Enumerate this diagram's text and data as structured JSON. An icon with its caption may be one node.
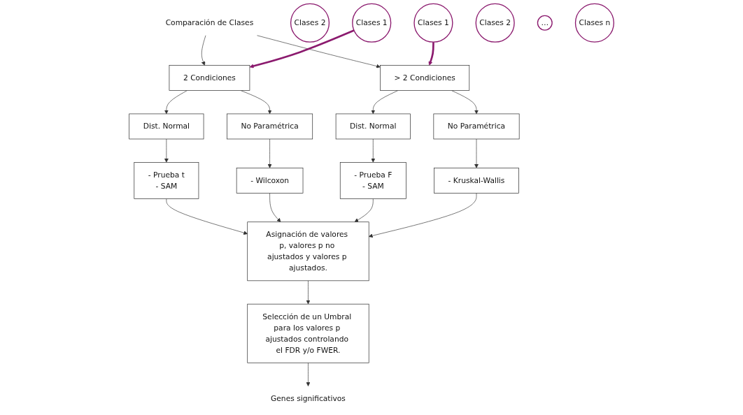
{
  "diagram": {
    "nodes": [
      {
        "text": [
          "Comparación de Clases"
        ]
      },
      {
        "text": [
          "Clases 2"
        ]
      },
      {
        "text": [
          "Clases 1"
        ]
      },
      {
        "text": [
          "2 Condiciones"
        ]
      },
      {
        "text": [
          "> 2 Condiciones"
        ]
      },
      {
        "text": [
          "Clases 1"
        ]
      },
      {
        "text": [
          "Clases 2"
        ]
      },
      {
        "text": [
          "…"
        ]
      },
      {
        "text": [
          "Clases n"
        ]
      },
      {
        "text": [
          "Dist. Normal"
        ]
      },
      {
        "text": [
          "No Paramétrica"
        ]
      },
      {
        "text": [
          "Dist. Normal"
        ]
      },
      {
        "text": [
          "No Paramétrica"
        ]
      },
      {
        "text": [
          "- Prueba t",
          "- SAM"
        ]
      },
      {
        "text": [
          "- Wilcoxon"
        ]
      },
      {
        "text": [
          "- Prueba F",
          "- SAM"
        ]
      },
      {
        "text": [
          "- Kruskal-Wallis"
        ]
      },
      {
        "text": [
          "Asignación de valores p, valores p no ajustados y valores p ajustados."
        ]
      },
      {
        "text": [
          "Selección de un Umbral para los valores p ajustados controlando el FDR y/o FWER."
        ]
      },
      {
        "text": [
          "Genes significativos"
        ]
      }
    ],
    "edges": [
      {
        "from": 0,
        "to": 3,
        "arrow": "to"
      },
      {
        "from": 0,
        "to": 4,
        "arrow": "to"
      },
      {
        "from": 2,
        "to": 3,
        "arrow": "to",
        "style": "thick",
        "color": "#8b1a6e"
      },
      {
        "from": 5,
        "to": 4,
        "arrow": "to",
        "style": "thick",
        "color": "#8b1a6e"
      },
      {
        "from": 3,
        "to": 9,
        "arrow": "to"
      },
      {
        "from": 3,
        "to": 10,
        "arrow": "to"
      },
      {
        "from": 4,
        "to": 11,
        "arrow": "to"
      },
      {
        "from": 4,
        "to": 12,
        "arrow": "to"
      },
      {
        "from": 9,
        "to": 13,
        "arrow": "to"
      },
      {
        "from": 10,
        "to": 14,
        "arrow": "to"
      },
      {
        "from": 11,
        "to": 15,
        "arrow": "to"
      },
      {
        "from": 12,
        "to": 16,
        "arrow": "to"
      },
      {
        "from": 13,
        "to": 17,
        "arrow": "to"
      },
      {
        "from": 14,
        "to": 17,
        "arrow": "to"
      },
      {
        "from": 15,
        "to": 17,
        "arrow": "to"
      },
      {
        "from": 16,
        "to": 17,
        "arrow": "to"
      },
      {
        "from": 17,
        "to": 18,
        "arrow": "to"
      },
      {
        "from": 18,
        "to": 19,
        "arrow": "to"
      }
    ]
  }
}
